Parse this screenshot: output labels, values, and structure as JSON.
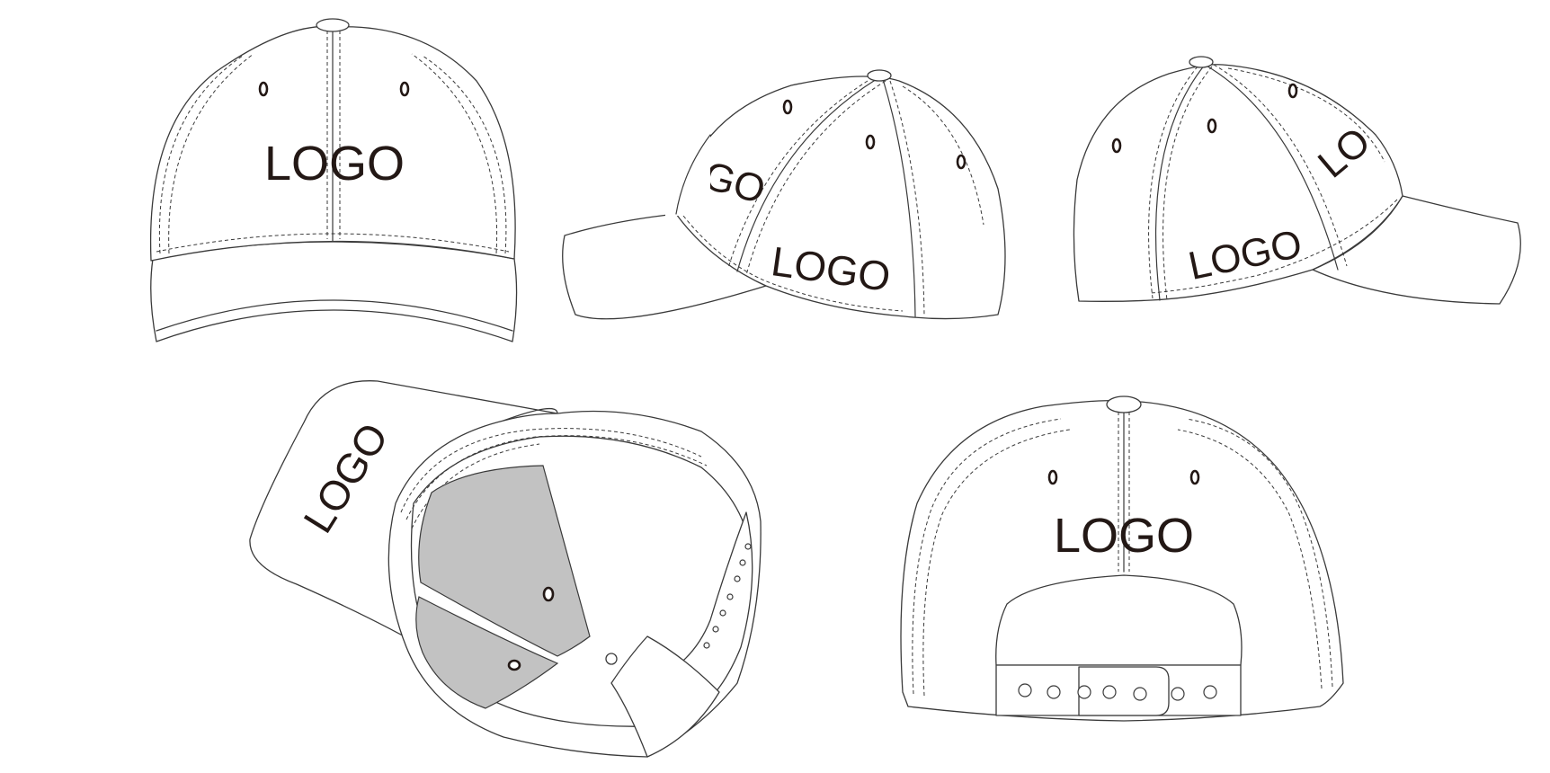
{
  "logo_text": "LOGO",
  "colors": {
    "line": "#3a3a3a",
    "logo_text": "#231815",
    "under_visor_fill": "#c2c2c2",
    "background": "#ffffff"
  },
  "views": [
    {
      "id": "front",
      "logos": [
        "LOGO"
      ]
    },
    {
      "id": "left-side",
      "logos": [
        "GO",
        "LOGO"
      ]
    },
    {
      "id": "right-side",
      "logos": [
        "LO",
        "LOGO"
      ]
    },
    {
      "id": "under-visor",
      "logos": [
        "LOGO"
      ]
    },
    {
      "id": "back",
      "logos": [
        "LOGO"
      ]
    }
  ]
}
